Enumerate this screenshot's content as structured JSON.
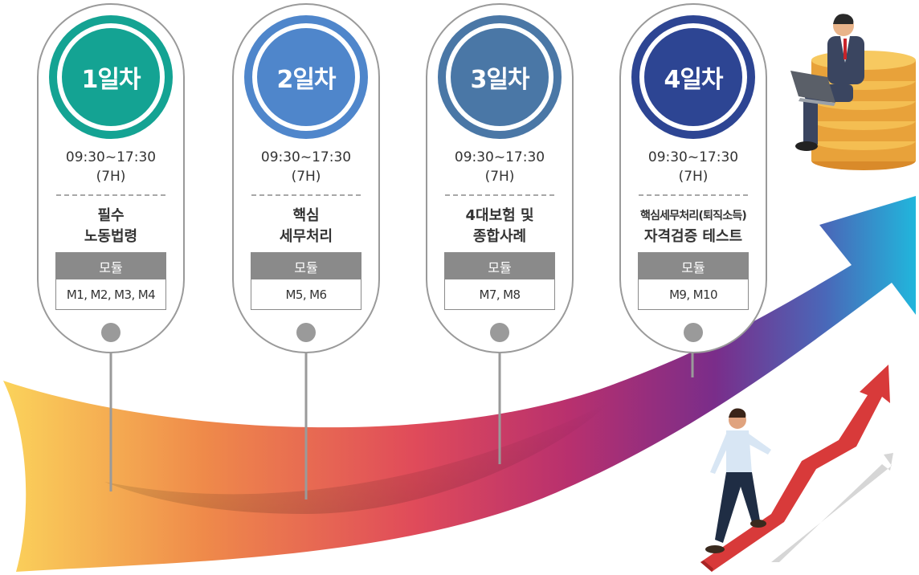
{
  "colors": {
    "day1": "#14a393",
    "day2": "#4f86cb",
    "day3": "#4a77a6",
    "day4": "#2d4593",
    "card_border": "#9a9a9a",
    "module_header": "#8a8a8a"
  },
  "days": [
    {
      "title": "1일차",
      "time": "09:30~17:30",
      "hours": "(7H)",
      "topic_line1": "필수",
      "topic_line2": "노동법령",
      "module_label": "모듈",
      "modules": "M1, M2, M3, M4"
    },
    {
      "title": "2일차",
      "time": "09:30~17:30",
      "hours": "(7H)",
      "topic_line1": "핵심",
      "topic_line2": "세무처리",
      "module_label": "모듈",
      "modules": "M5, M6"
    },
    {
      "title": "3일차",
      "time": "09:30~17:30",
      "hours": "(7H)",
      "topic_line1": "4대보험 및",
      "topic_line2": "종합사례",
      "module_label": "모듈",
      "modules": "M7, M8"
    },
    {
      "title": "4일차",
      "time": "09:30~17:30",
      "hours": "(7H)",
      "topic_line1": "핵심세무처리(퇴직소득)",
      "topic_line2": "자격검증 테스트",
      "module_label": "모듈",
      "modules": "M9, M10"
    }
  ],
  "illustrations": {
    "top_right": "businessman-on-coins-with-laptop",
    "bottom_right": "man-walking-up-red-growth-arrow",
    "background": "gradient-growth-arrow"
  }
}
